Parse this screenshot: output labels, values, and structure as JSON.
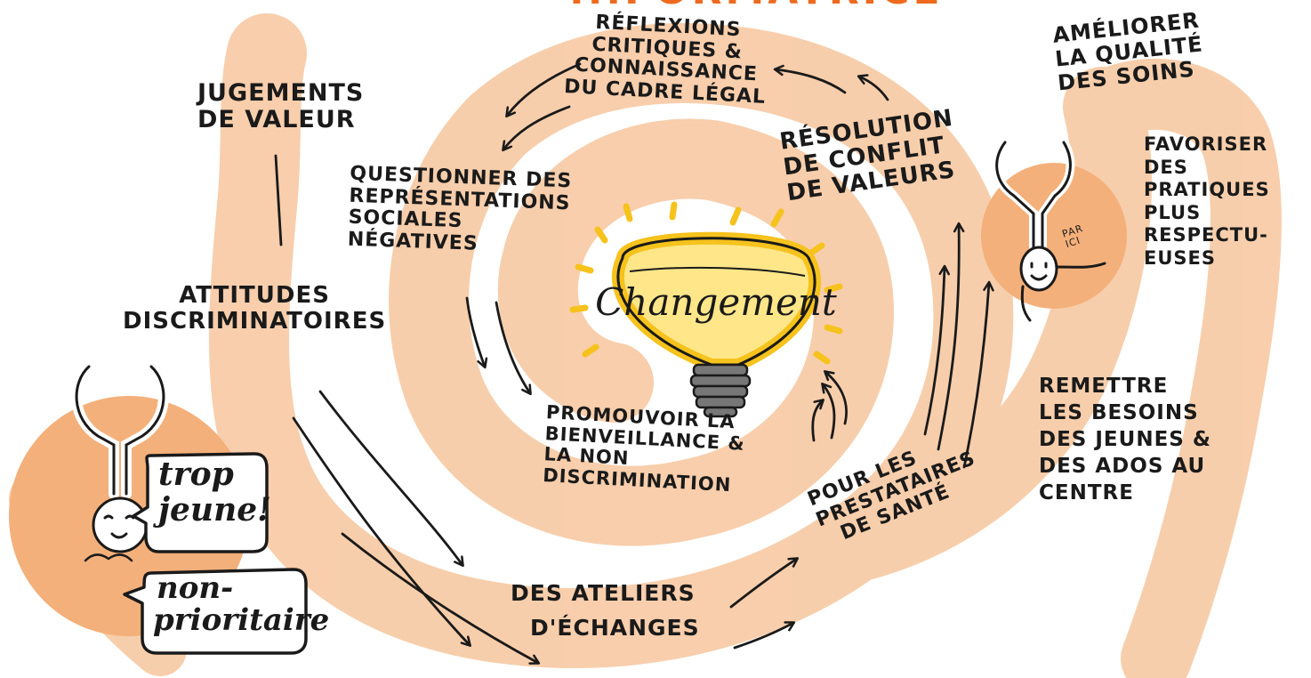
{
  "colors": {
    "swirl": "#f7c9a3",
    "blob": "#f4b07a",
    "title": "#ee6a1e",
    "bulb_glow": "#f6c21c",
    "ink": "#1a1a1a"
  },
  "title_fragment": "...FORMATRICE",
  "center": {
    "word": "Changement"
  },
  "labels": {
    "jugements": [
      "JUGEMENTS",
      "DE VALEUR"
    ],
    "attitudes": [
      "ATTITUDES",
      "DISCRIMINATOIRES"
    ],
    "reflexions": [
      "RÉFLEXIONS",
      "CRITIQUES &",
      "CONNAISSANCE",
      "DU CADRE LÉGAL"
    ],
    "questionner": [
      "QUESTIONNER DES",
      "REPRÉSENTATIONS",
      "SOCIALES",
      "NÉGATIVES"
    ],
    "resolution": [
      "RÉSOLUTION",
      "DE CONFLIT",
      "DE VALEURS"
    ],
    "promouvoir": [
      "PROMOUVOIR LA",
      "BIENVEILLANCE &",
      "LA NON",
      "DISCRIMINATION"
    ],
    "ateliers": [
      "DES ATELIERS",
      "D'ÉCHANGES"
    ],
    "prestataires": [
      "POUR LES",
      "PRESTATAIRES",
      "DE SANTÉ"
    ],
    "ameliorer": [
      "AMÉLIORER",
      "LA QUALITÉ",
      "DES SOINS"
    ],
    "favoriser": [
      "FAVORISER",
      "DES",
      "PRATIQUES",
      "PLUS",
      "RESPECTU-",
      "EUSES"
    ],
    "remettre": [
      "REMETTRE",
      "LES BESOINS",
      "DES JEUNES &",
      "DES ADOS AU",
      "CENTRE"
    ]
  },
  "bubbles": {
    "trop": [
      "trop",
      "jeune!"
    ],
    "non": [
      "non-",
      "prioritaire"
    ]
  },
  "par_ici": [
    "PAR",
    "ICI"
  ]
}
